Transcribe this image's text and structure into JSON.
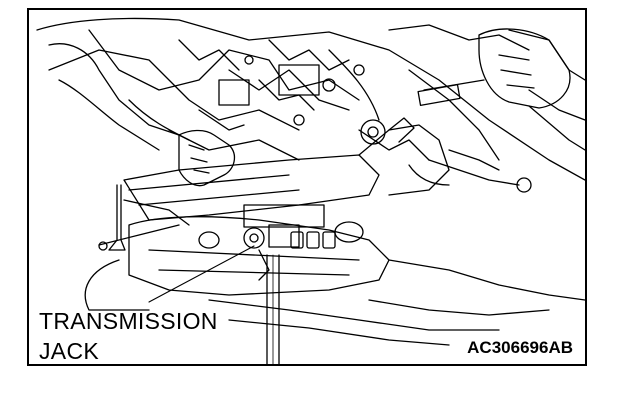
{
  "callout": {
    "line1": "TRANSMISSION",
    "line2": "JACK"
  },
  "figure_id": "AC306696AB",
  "colors": {
    "ink": "#000000",
    "paper": "#ffffff"
  }
}
